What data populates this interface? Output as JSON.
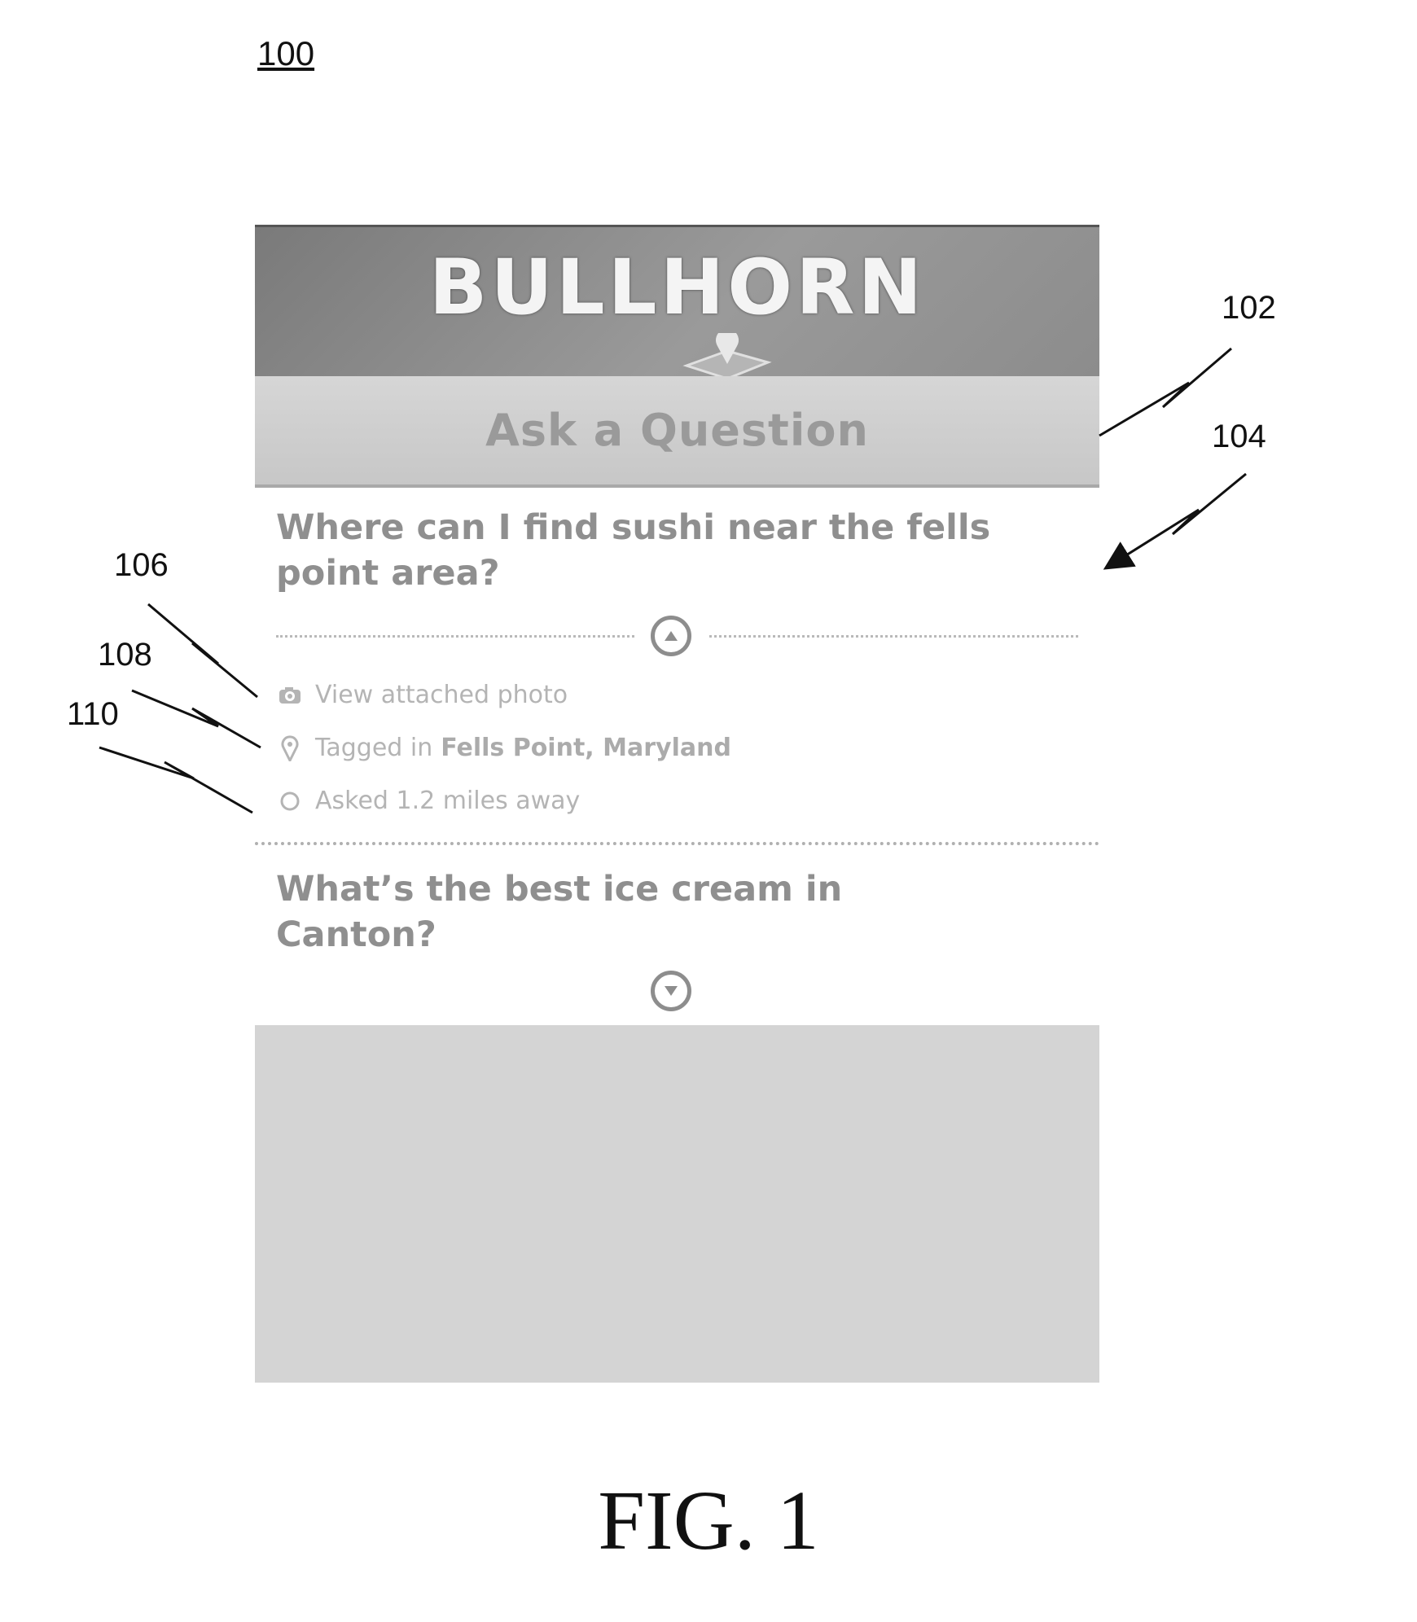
{
  "figure": {
    "number_label": "100",
    "caption": "FIG. 1",
    "reference_labels": {
      "ask_button": "102",
      "question_item": "104",
      "photo_link": "106",
      "location_tag": "108",
      "distance": "110"
    }
  },
  "app": {
    "logo": "BULLHORN",
    "ask_button_label": "Ask a Question"
  },
  "questions": [
    {
      "text": "Where can I find sushi near the fells point area?",
      "expanded": true,
      "details": {
        "photo_link": "View attached photo",
        "tag_prefix": "Tagged in",
        "tag_location": "Fells Point, Maryland",
        "distance_text": "Asked 1.2 miles away"
      }
    },
    {
      "text": "What’s the best ice cream in Canton?",
      "expanded": false
    }
  ],
  "colors": {
    "header": "#8c8c8c",
    "ask_button": "#cfcfcf",
    "question_text": "#8f8f8f",
    "meta_text": "#b4b4b4",
    "panel": "#d4d4d4"
  },
  "icons": [
    "map-pin-logo-icon",
    "collapse-up-icon",
    "camera-icon",
    "location-pin-icon",
    "distance-circle-icon",
    "expand-down-icon"
  ]
}
